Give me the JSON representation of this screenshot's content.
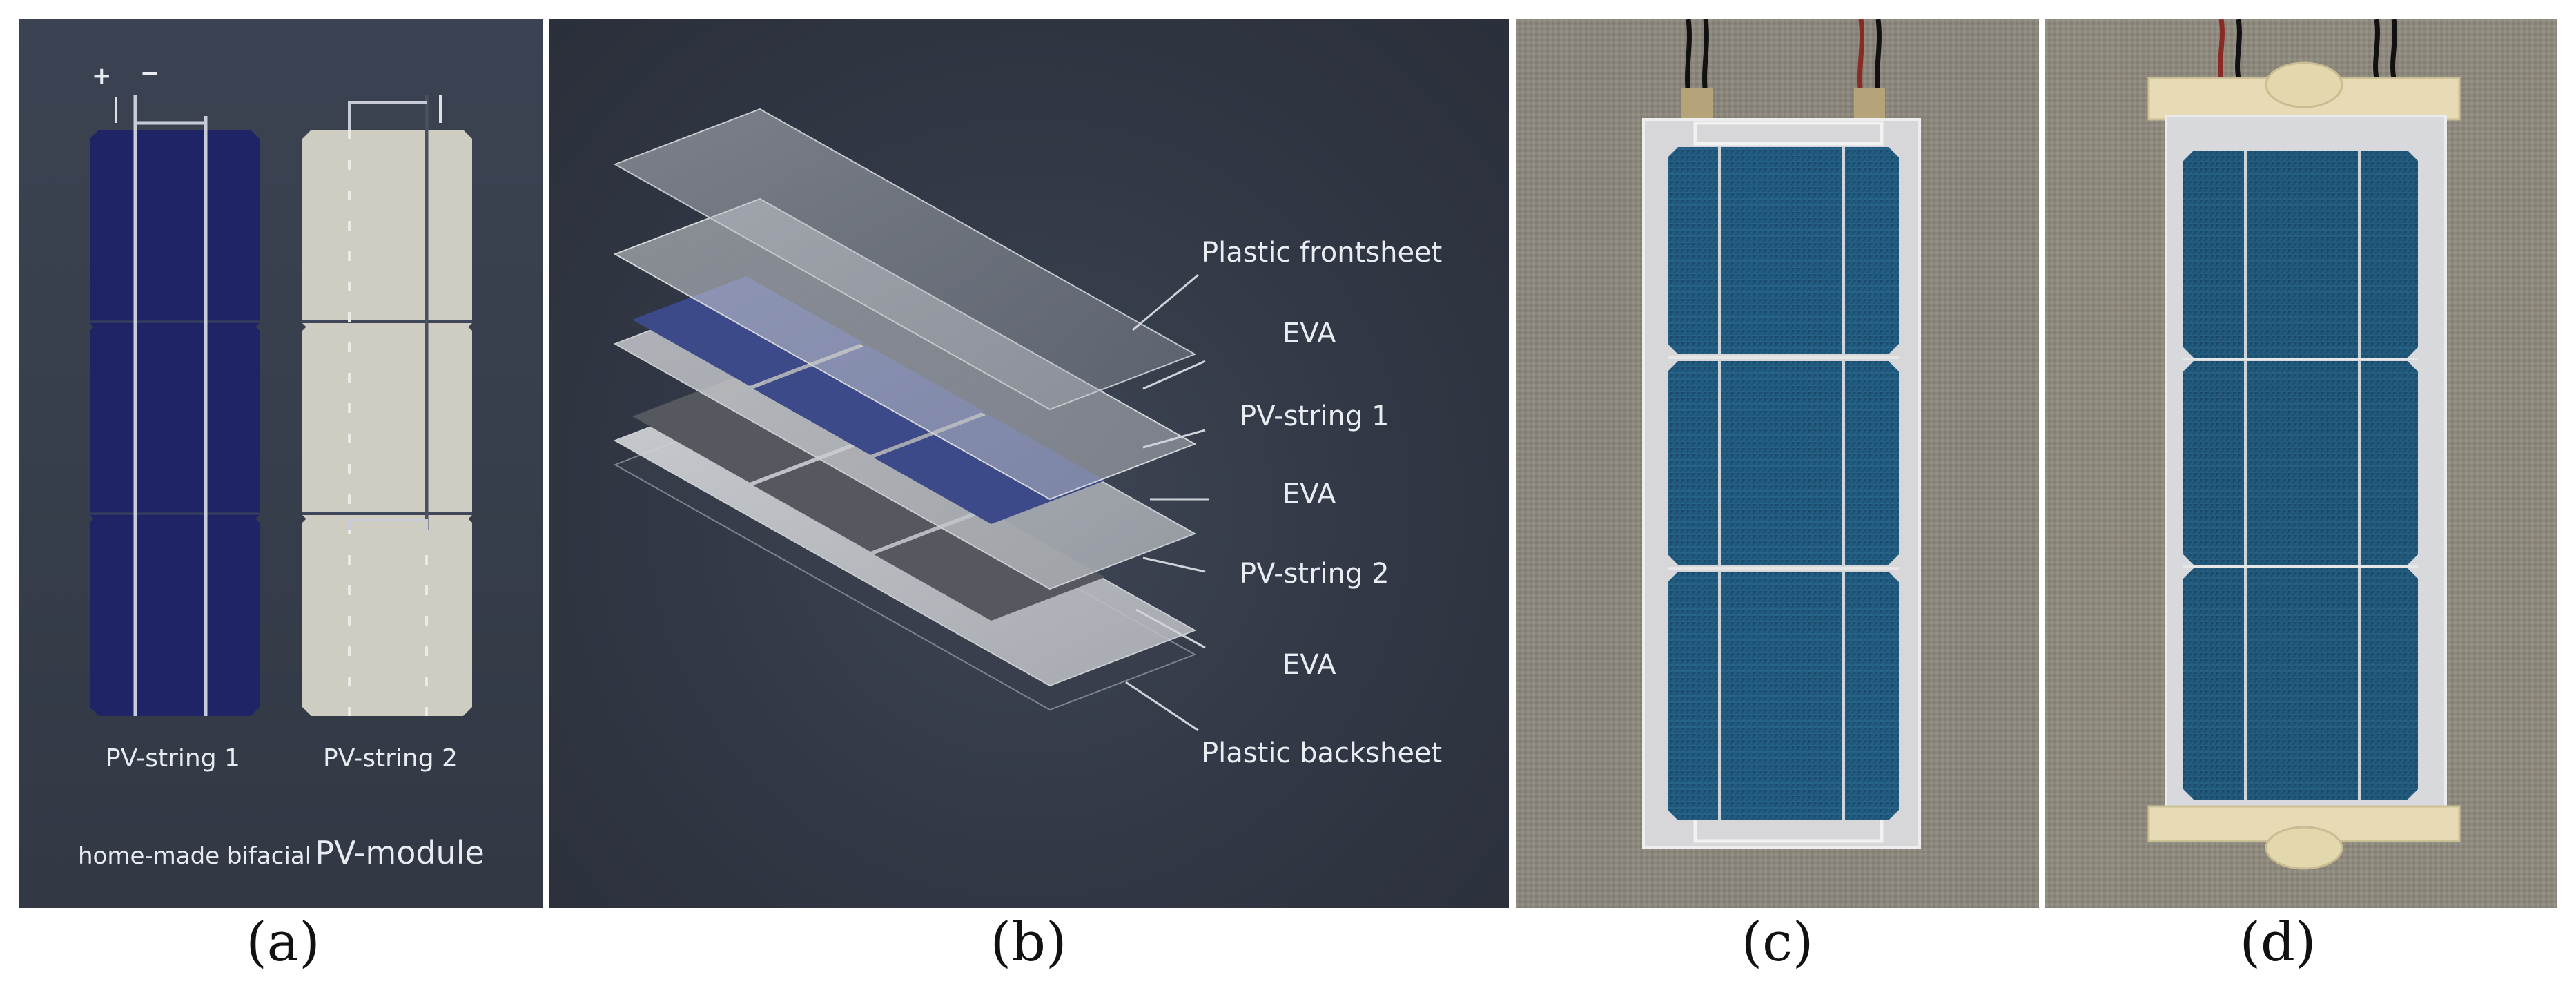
{
  "panel_a": {
    "polarity_plus": "+",
    "polarity_minus": "−",
    "string1_label": "PV-string 1",
    "string2_label": "PV-string 2",
    "title_small": "home-made bifacial",
    "title_large": "PV-module"
  },
  "panel_b": {
    "layers": [
      "Plastic frontsheet",
      "EVA",
      "PV-string 1",
      "EVA",
      "PV-string 2",
      "EVA",
      "Plastic backsheet"
    ]
  },
  "captions": [
    "(a)",
    "(b)",
    "(c)",
    "(d)"
  ],
  "colors": {
    "cell_blue": "#1f2466",
    "cell_grey": "#cfcdc2",
    "panel_bg": "#363d4a",
    "photo_cell": "#1d4f73",
    "fabric": "#8a8478"
  }
}
